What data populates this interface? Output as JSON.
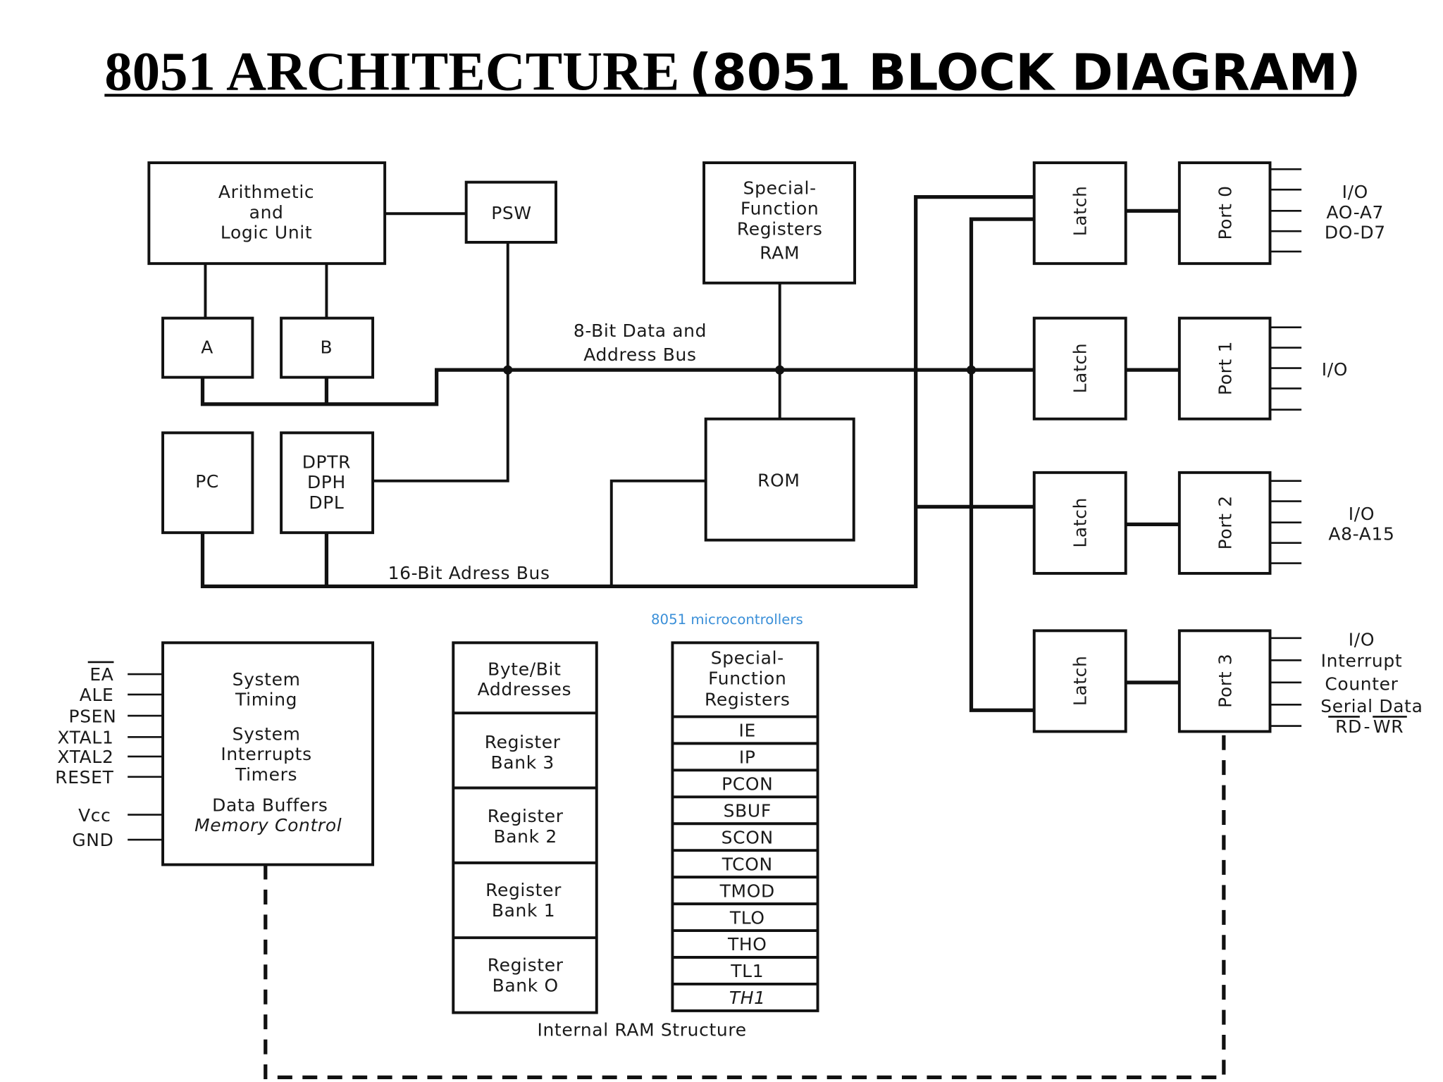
{
  "title": {
    "part1": "8051  ARCHITECTURE",
    "part2": "(8051 BLOCK DIAGRAM)"
  },
  "blocks": {
    "alu": [
      "Arithmetic",
      "and",
      "Logic Unit"
    ],
    "psw": "PSW",
    "a": "A",
    "b": "B",
    "pc": "PC",
    "dptr": [
      "DPTR",
      "DPH",
      "DPL"
    ],
    "sfr_ram": [
      "Special-",
      "Function",
      "Registers",
      "RAM"
    ],
    "rom": "ROM",
    "latch": "Latch",
    "ports": [
      "Port 0",
      "Port 1",
      "Port 2",
      "Port 3"
    ]
  },
  "buses": {
    "data_bus": [
      "8-Bit Data and",
      "Address Bus"
    ],
    "address_bus": "16-Bit Adress Bus"
  },
  "port_labels": {
    "port0": [
      "I/O",
      "AO-A7",
      "DO-D7"
    ],
    "port1": [
      "I/O"
    ],
    "port2": [
      "I/O",
      "A8-A15"
    ],
    "port3": [
      "I/O",
      "Interrupt",
      "Counter",
      "Serial Data",
      "RD",
      "-",
      "WR"
    ]
  },
  "watermark": "8051 microcontrollers",
  "system": {
    "lines": [
      "System",
      "Timing",
      "System",
      "Interrupts",
      "Timers",
      "Data Buffers",
      "Memory Control"
    ],
    "pins": [
      "EA",
      "ALE",
      "PSEN",
      "XTAL1",
      "XTAL2",
      "RESET",
      "Vcc",
      "GND"
    ]
  },
  "ram": {
    "header": [
      "Byte/Bit",
      "Addresses"
    ],
    "banks": [
      [
        "Register",
        "Bank 3"
      ],
      [
        "Register",
        "Bank 2"
      ],
      [
        "Register",
        "Bank 1"
      ],
      [
        "Register",
        "Bank O"
      ]
    ],
    "sfr_header": [
      "Special-",
      "Function",
      "Registers"
    ],
    "sfr": [
      "IE",
      "IP",
      "PCON",
      "SBUF",
      "SCON",
      "TCON",
      "TMOD",
      "TLO",
      "THO",
      "TL1",
      "TH1"
    ],
    "caption": "Internal RAM Structure"
  }
}
